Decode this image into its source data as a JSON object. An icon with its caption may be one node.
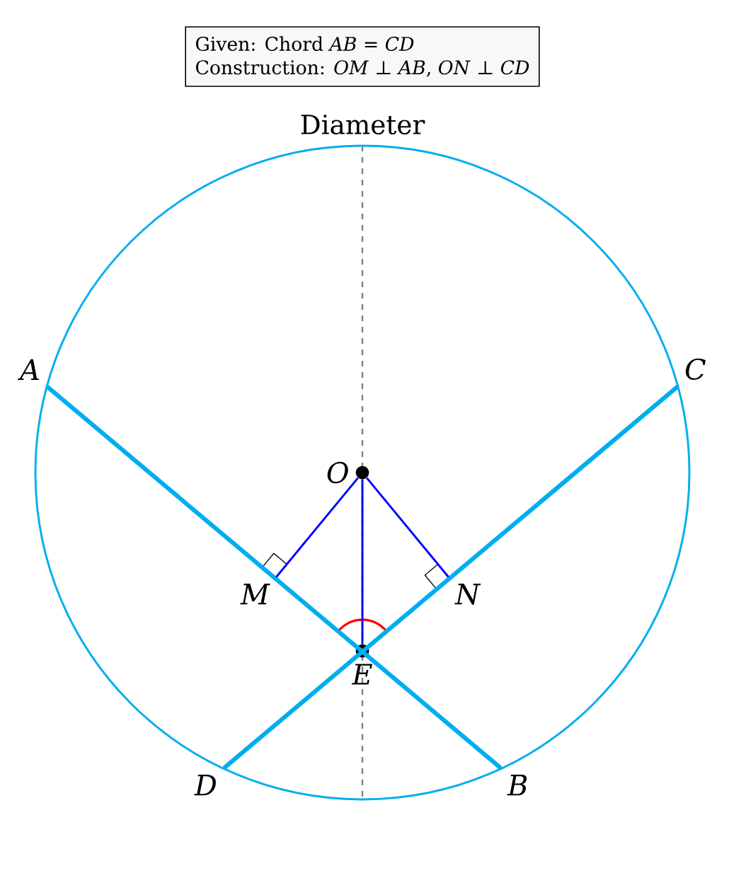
{
  "diagram": {
    "nodes": [
      {
        "text": [
          "Given: Chord *AB* = *CD*",
          "Construction: *OM* ⊥ *AB*, *ON* ⊥ *CD*"
        ]
      },
      {
        "text": [
          "A"
        ]
      },
      {
        "text": [
          "C"
        ]
      },
      {
        "text": [
          "O"
        ]
      },
      {
        "text": [
          "M"
        ]
      },
      {
        "text": [
          "N"
        ]
      },
      {
        "text": [
          "E"
        ]
      },
      {
        "text": [
          "D"
        ]
      },
      {
        "text": [
          "B"
        ]
      }
    ],
    "edges": [
      {
        "from": 1,
        "to": 8,
        "arrow": "none",
        "style": "thick",
        "color": "#00aeef"
      },
      {
        "from": 2,
        "to": 7,
        "arrow": "none",
        "style": "thick",
        "color": "#00aeef"
      },
      {
        "from": 3,
        "to": 4,
        "arrow": "none",
        "color": "#0000ff"
      },
      {
        "from": 3,
        "to": 5,
        "arrow": "none",
        "color": "#0000ff"
      },
      {
        "from": 3,
        "to": 6,
        "arrow": "none",
        "color": "#0000ff"
      }
    ],
    "labels": [
      "Diameter"
    ]
  }
}
